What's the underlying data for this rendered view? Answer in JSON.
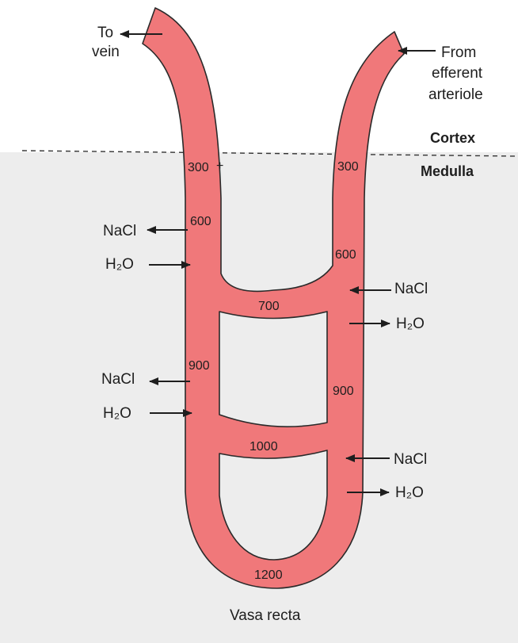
{
  "colors": {
    "vessel_fill": "#f0787a",
    "vessel_stroke": "#2a2a2a",
    "medulla_bg": "#ededed",
    "text": "#1e1e1e"
  },
  "labels": {
    "to_vein_line1": "To",
    "to_vein_line2": "vein",
    "from_line1": "From",
    "from_line2": "efferent",
    "from_line3": "arteriole",
    "cortex": "Cortex",
    "medulla": "Medulla",
    "caption": "Vasa recta"
  },
  "osmolality": {
    "left_300": "300",
    "right_300": "300",
    "left_600": "600",
    "right_600": "600",
    "bridge_700": "700",
    "left_900": "900",
    "right_900": "900",
    "bridge_1000": "1000",
    "bottom_1200": "1200"
  },
  "fluxes": {
    "left_nacl_1": "NaCl",
    "left_h2o_1": "H₂O",
    "left_nacl_2": "NaCl",
    "left_h2o_2": "H₂O",
    "right_nacl_1": "NaCl",
    "right_h2o_1": "H₂O",
    "right_nacl_2": "NaCl",
    "right_h2o_2": "H₂O"
  }
}
